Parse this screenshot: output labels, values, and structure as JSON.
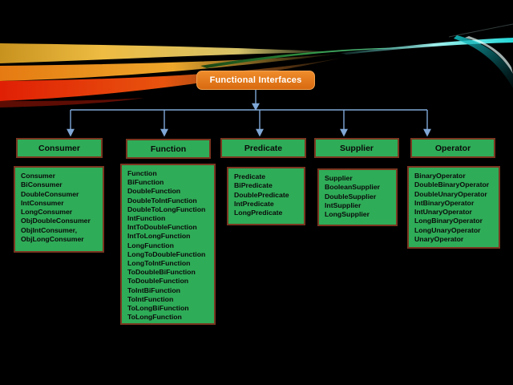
{
  "slide": {
    "root_label": "Functional Interfaces"
  },
  "colors": {
    "background": "#000000",
    "root_box_fill": "#e2741c",
    "root_box_text": "#ffffff",
    "group_box_fill": "#2fac58",
    "group_box_border": "#7a3620",
    "group_box_text": "#0a0a0a",
    "connector_line": "#7fa7d6"
  },
  "icons": {
    "arrow_down": "▼"
  },
  "groups": [
    {
      "name": "Consumer",
      "items": [
        "Consumer",
        "BiConsumer",
        "DoubleConsumer",
        "IntConsumer",
        "LongConsumer",
        "ObjDoubleConsumer",
        "ObjIntConsumer,",
        "ObjLongConsumer"
      ]
    },
    {
      "name": "Function",
      "items": [
        "Function",
        "BiFunction",
        "DoubleFunction",
        "DoubleToIntFunction",
        "DoubleToLongFunction",
        "IntFunction",
        "IntToDoubleFunction",
        "IntToLongFunction",
        "LongFunction",
        "LongToDoubleFunction",
        "LongToIntFunction",
        "ToDoubleBiFunction",
        "ToDoubleFunction",
        "ToIntBiFunction",
        "ToIntFunction",
        "ToLongBiFunction",
        "ToLongFunction"
      ]
    },
    {
      "name": "Predicate",
      "items": [
        "Predicate",
        "BiPredicate",
        "DoublePredicate",
        "IntPredicate",
        "LongPredicate"
      ]
    },
    {
      "name": "Supplier",
      "items": [
        "Supplier",
        "BooleanSupplier",
        "DoubleSupplier",
        "IntSupplier",
        "LongSupplier"
      ]
    },
    {
      "name": "Operator",
      "items": [
        "BinaryOperator",
        "DoubleBinaryOperator",
        "DoubleUnaryOperator",
        "IntBinaryOperator",
        "IntUnaryOperator",
        "LongBinaryOperator",
        "LongUnaryOperator",
        "UnaryOperator"
      ]
    }
  ]
}
